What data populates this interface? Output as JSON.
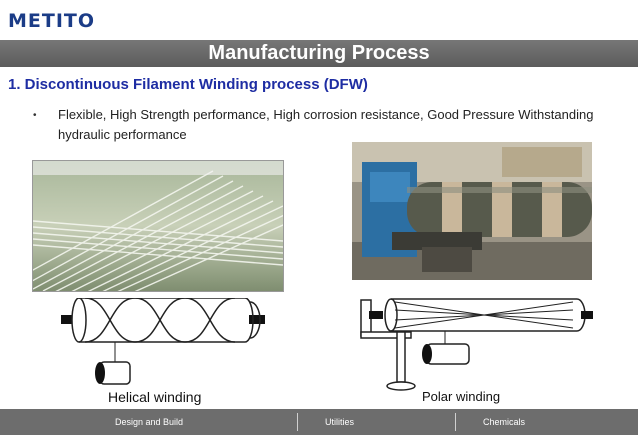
{
  "logo": "METITO",
  "title": "Manufacturing Process",
  "subtitle": "1. Discontinuous Filament Winding process (DFW)",
  "bullet": "Flexible,  High Strength performance, High corrosion resistance, Good Pressure Withstanding hydraulic performance",
  "captions": {
    "left": "Helical winding",
    "right": "Polar winding"
  },
  "footer": {
    "items": [
      "Design and Build",
      "Utilities",
      "Chemicals"
    ]
  },
  "colors": {
    "logo": "#1b3c87",
    "subtitle": "#1e2da3",
    "title_bar": "#666666",
    "footer": "#6d6d6d"
  }
}
